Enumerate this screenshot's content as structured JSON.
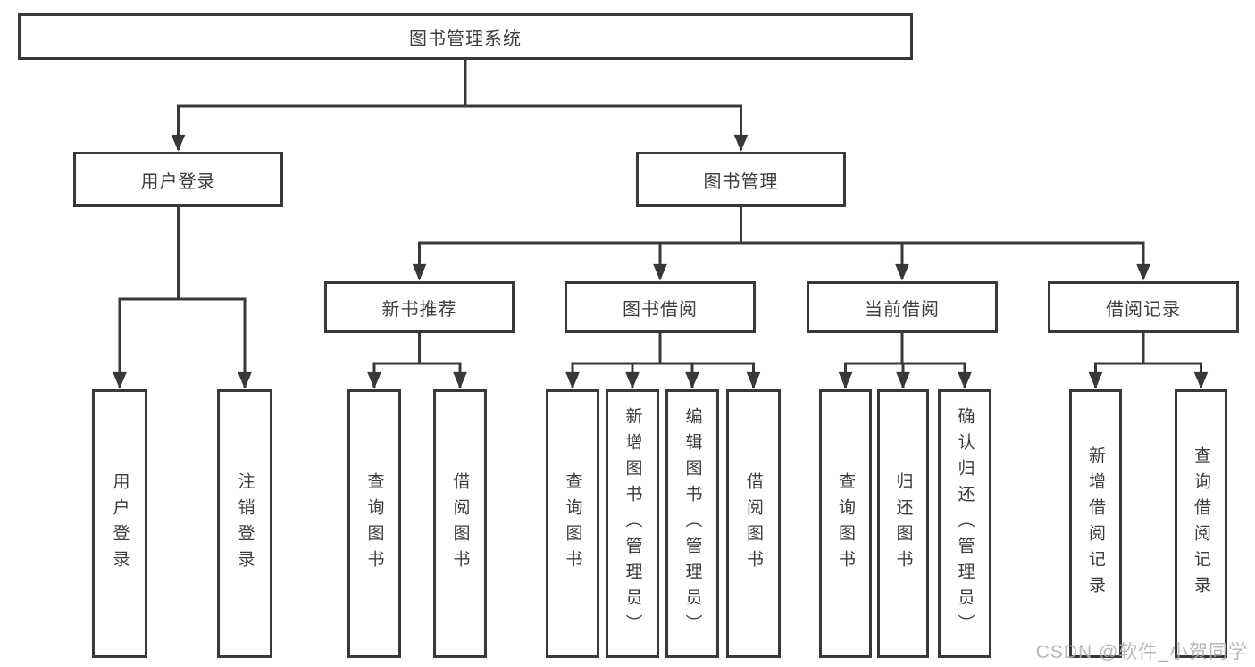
{
  "diagram": {
    "root": "图书管理系统",
    "level2": [
      "用户登录",
      "图书管理"
    ],
    "level3": [
      "新书推荐",
      "图书借阅",
      "当前借阅",
      "借阅记录"
    ],
    "leaf_groups": {
      "user_login": [
        "用户登录",
        "注销登录"
      ],
      "new_book_recommend": [
        "查询图书",
        "借阅图书"
      ],
      "book_borrow": [
        "查询图书",
        "新增图书（管理员）",
        "编辑图书（管理员）",
        "借阅图书"
      ],
      "current_borrow": [
        "查询图书",
        "归还图书",
        "确认归还（管理员）"
      ],
      "borrow_records": [
        "新增借阅记录",
        "查询借阅记录"
      ]
    }
  },
  "watermark": "CSDN @软件_小贺同学",
  "colors": {
    "line": "#383838",
    "box_border": "#383838",
    "text": "#3d3d3d",
    "watermark": "#afafaf",
    "background": "#ffffff"
  }
}
